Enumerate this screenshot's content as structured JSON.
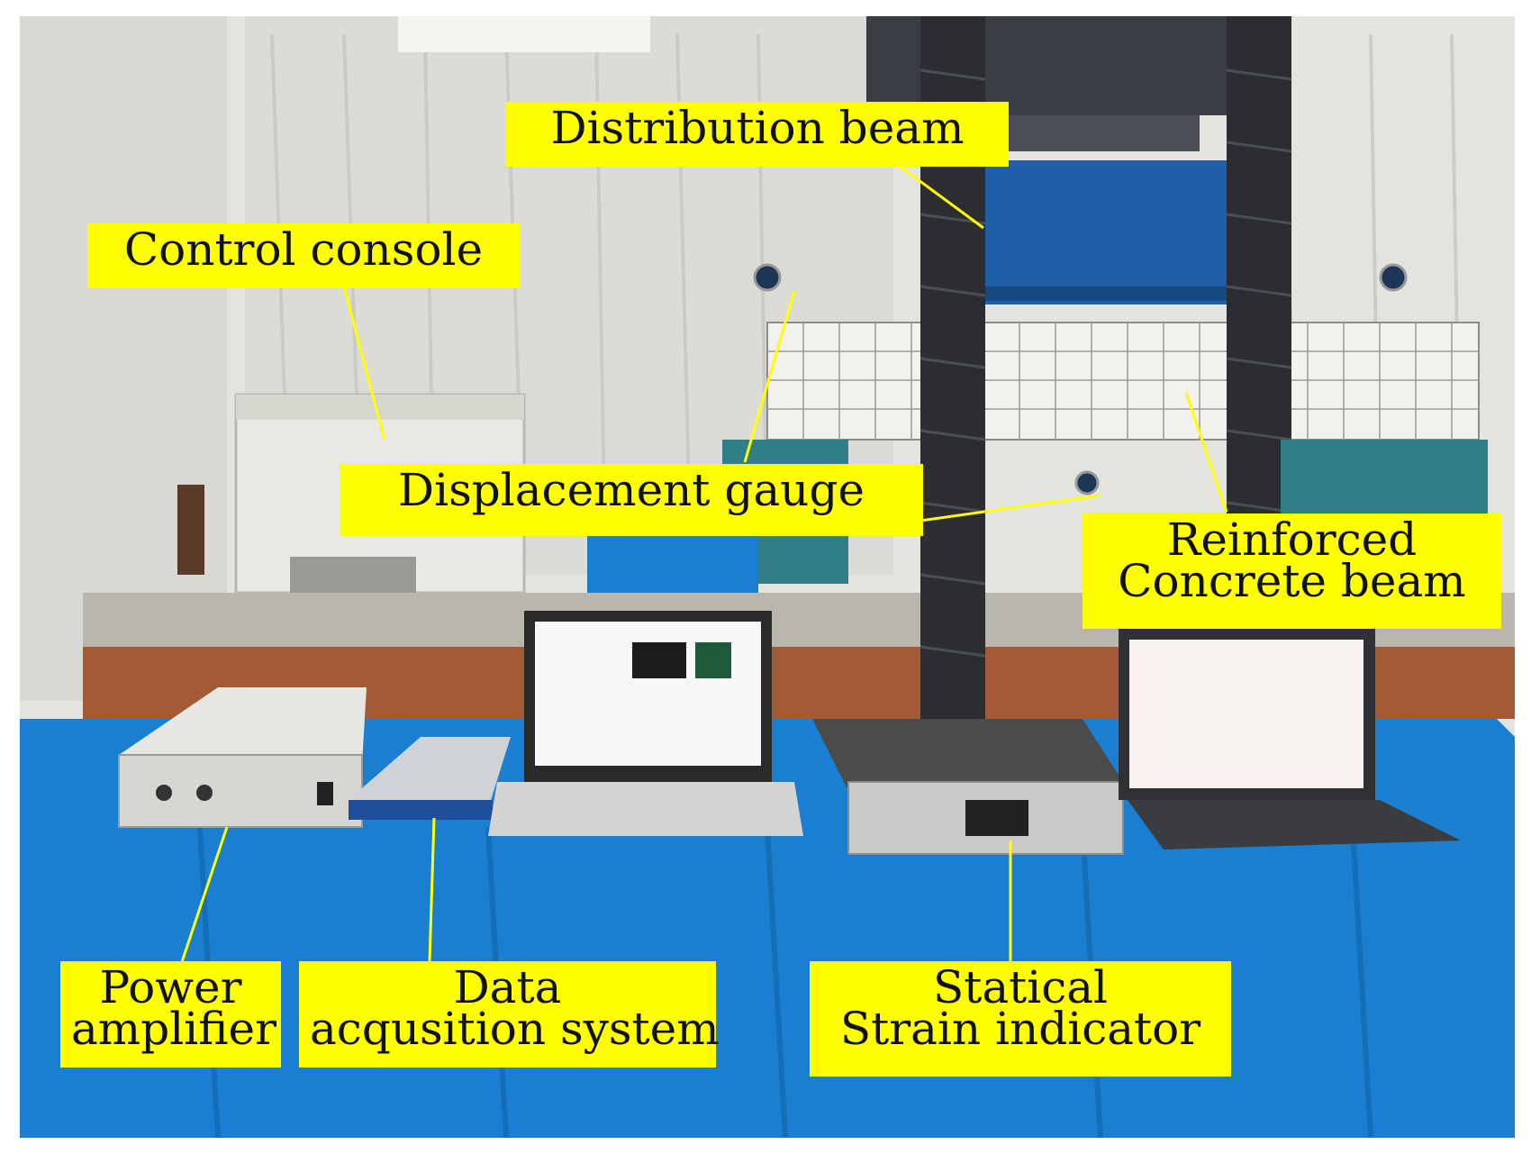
{
  "labels": {
    "distribution_beam": "Distribution beam",
    "control_console": "Control console",
    "displacement_gauge": "Displacement gauge",
    "rc_beam_line1": "Reinforced",
    "rc_beam_line2": "Concrete beam",
    "power_amp_line1": "Power",
    "power_amp_line2": "amplifier",
    "daq_line1": "Data",
    "daq_line2": "acqusition system",
    "strain_line1": "Statical",
    "strain_line2": "Strain indicator"
  },
  "colors": {
    "label_background": "#ffff00",
    "label_text": "#111111",
    "leader_line": "#ffff00",
    "tablecloth": "#1a7fd0",
    "wall": "#e6e6e2",
    "concrete": "#f1f1ee",
    "steel_blue": "#1f5fa8"
  }
}
